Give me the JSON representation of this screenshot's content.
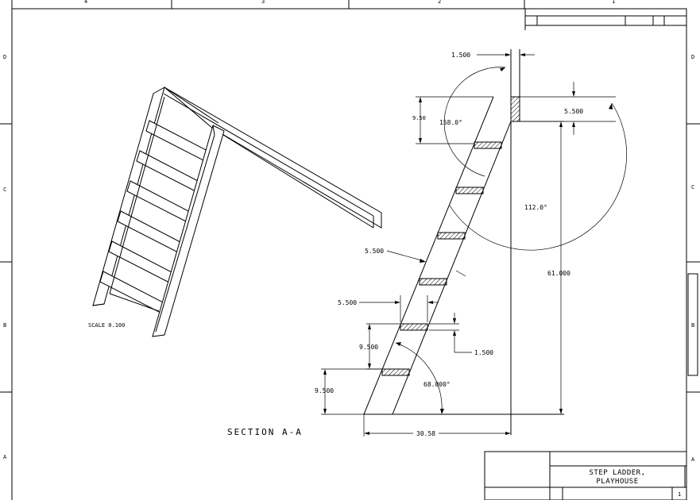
{
  "drawing": {
    "title_line1": "STEP LADDER,",
    "title_line2": "PLAYHOUSE",
    "section_label": "SECTION  A-A",
    "scale_label": "SCALE  0.100",
    "sheet_number": "1"
  },
  "border": {
    "zones_top": [
      "4",
      "3",
      "2",
      "1"
    ],
    "zones_left": [
      "D",
      "C",
      "B",
      "A"
    ],
    "zones_right": [
      "D",
      "C",
      "B",
      "A"
    ]
  },
  "dimensions": {
    "tread_thickness_top": "1.500",
    "top_board_width": "5.500",
    "top_rise": "9.50",
    "top_angle": "158.0°",
    "mid_angle": "112.0°",
    "stringer_width": "5.500",
    "total_height": "61.000",
    "tread_depth": "5.500",
    "tread_thickness": "1.500",
    "rise_lower": "9.500",
    "rise_bottom": "9.500",
    "base_angle": "68.000°",
    "horizontal_run": "30.58"
  }
}
